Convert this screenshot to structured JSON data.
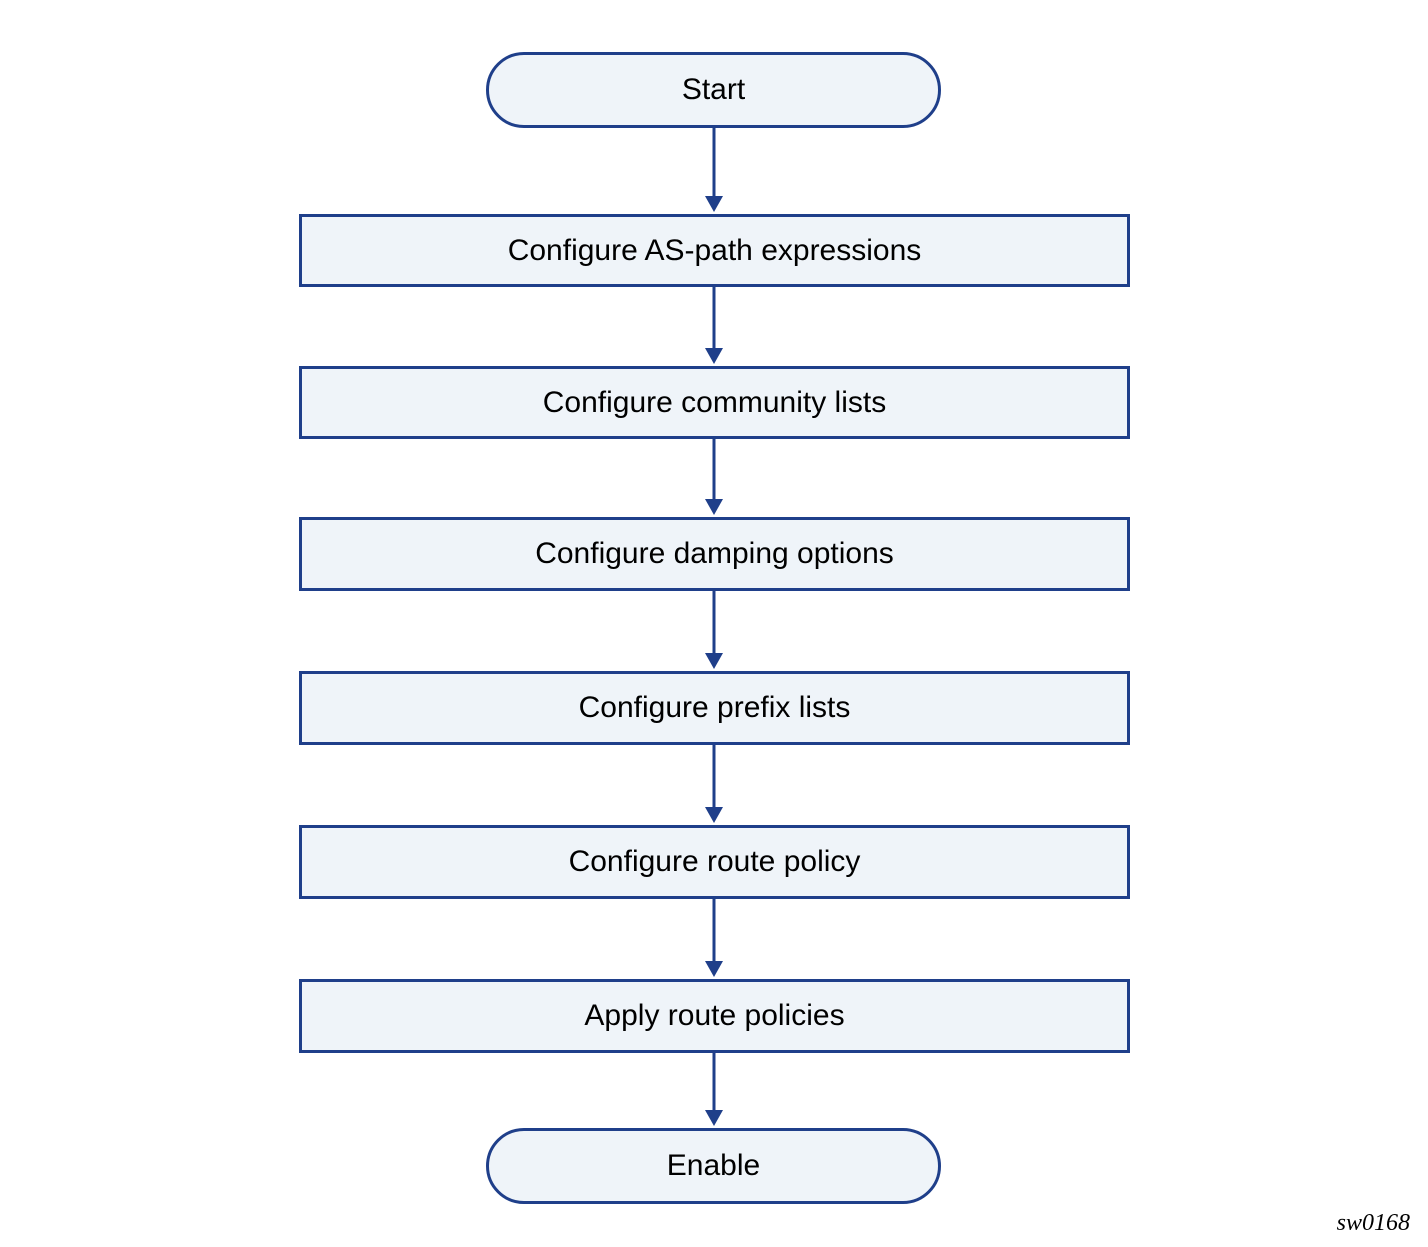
{
  "diagram": {
    "type": "flowchart",
    "nodes": [
      {
        "id": "start",
        "shape": "terminal",
        "label": "Start"
      },
      {
        "id": "as-path",
        "shape": "process",
        "label": "Configure AS-path expressions"
      },
      {
        "id": "community",
        "shape": "process",
        "label": "Configure community lists"
      },
      {
        "id": "damping",
        "shape": "process",
        "label": "Configure damping options"
      },
      {
        "id": "prefix",
        "shape": "process",
        "label": "Configure prefix lists"
      },
      {
        "id": "route-policy",
        "shape": "process",
        "label": "Configure route policy"
      },
      {
        "id": "apply",
        "shape": "process",
        "label": "Apply route policies"
      },
      {
        "id": "enable",
        "shape": "terminal",
        "label": "Enable"
      }
    ],
    "edges": [
      [
        "start",
        "as-path"
      ],
      [
        "as-path",
        "community"
      ],
      [
        "community",
        "damping"
      ],
      [
        "damping",
        "prefix"
      ],
      [
        "prefix",
        "route-policy"
      ],
      [
        "route-policy",
        "apply"
      ],
      [
        "apply",
        "enable"
      ]
    ]
  },
  "colors": {
    "stroke": "#1f3f8a",
    "fill": "#eff4f9",
    "text": "#000000"
  },
  "figure_id": "sw0168"
}
